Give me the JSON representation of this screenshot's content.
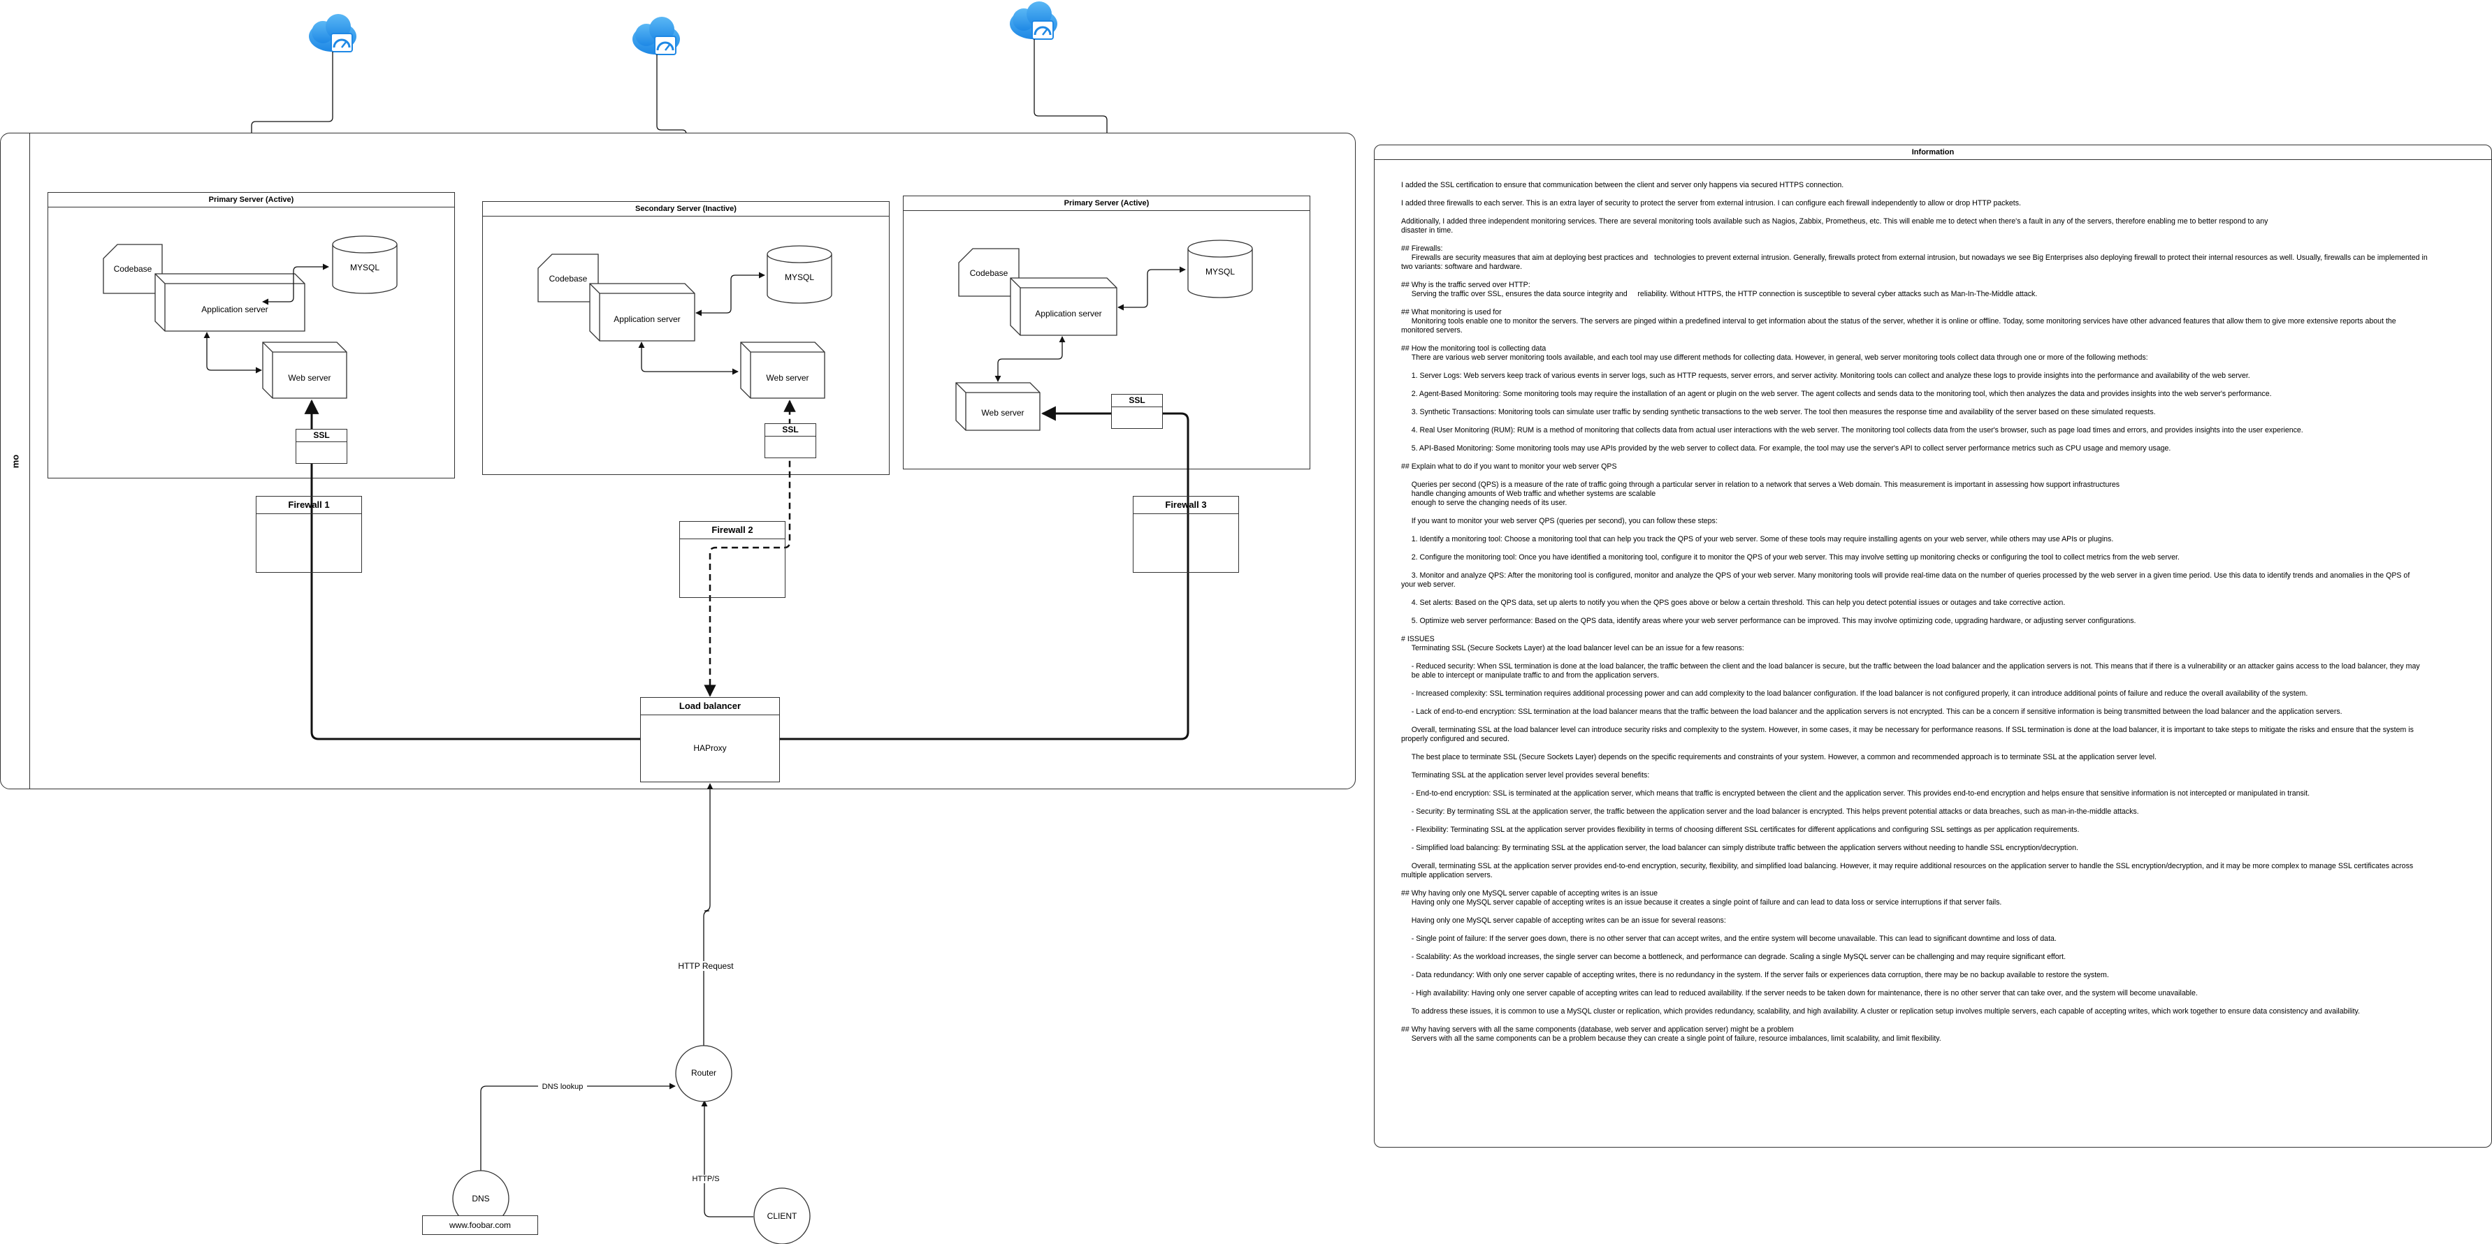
{
  "pool": {
    "label": "mo"
  },
  "servers": [
    {
      "title": "Primary Server (Active)",
      "codebase": "Codebase",
      "app": "Application server",
      "mysql": "MYSQL",
      "web": "Web server"
    },
    {
      "title": "Secondary Server (Inactive)",
      "codebase": "Codebase",
      "app": "Application server",
      "mysql": "MYSQL",
      "web": "Web server"
    },
    {
      "title": "Primary Server (Active)",
      "codebase": "Codebase",
      "app": "Application server",
      "mysql": "MYSQL",
      "web": "Web server"
    }
  ],
  "ssl": [
    "SSL",
    "SSL",
    "SSL"
  ],
  "firewalls": [
    "Firewall 1",
    "Firewall 2",
    "Firewall 3"
  ],
  "load_balancer": {
    "title": "Load balancer",
    "body": "HAProxy"
  },
  "router": "Router",
  "dns": "DNS",
  "domain": "www.foobar.com",
  "client": "CLIENT",
  "edges": {
    "http_request": "HTTP Request",
    "dns_lookup": "DNS lookup",
    "https": "HTTP/S"
  },
  "icons": [
    "monitoring-cloud-icon",
    "monitoring-cloud-icon",
    "monitoring-cloud-icon"
  ],
  "colors": {
    "cloud_blue": "#1E88E5",
    "cloud_light": "#5BB8F5",
    "stroke": "#333333"
  },
  "info": {
    "title": "Information",
    "paragraphs": [
      "I added the SSL certification to ensure that communication between the client and server only happens via secured HTTPS connection.",
      "I added three firewalls to each server. This is an extra layer of security to protect the server from external intrusion. I can configure each firewall independently to allow or drop HTTP packets.",
      "Additionally, I added three independent monitoring services. There are several monitoring tools available such as Nagios, Zabbix, Prometheus, etc. This will enable me to detect when there's a fault in any of the servers, therefore enabling me to better respond to any\ndisaster in time.",
      "## Firewalls:\n     Firewalls are security measures that aim at deploying best practices and   technologies to prevent external intrusion. Generally, firewalls protect from external intrusion, but nowadays we see Big Enterprises also deploying firewall to protect their internal resources as well. Usually, firewalls can be implemented in\ntwo variants: software and hardware.",
      "## Why is the traffic served over HTTP:\n     Serving the traffic over SSL, ensures the data source integrity and     reliability. Without HTTPS, the HTTP connection is susceptible to several cyber attacks such as Man-In-The-Middle attack.",
      "## What monitoring is used for\n     Monitoring tools enable one to monitor the servers. The servers are pinged within a predefined interval to get information about the status of the server, whether it is online or offline. Today, some monitoring services have other advanced features that allow them to give more extensive reports about the\nmonitored servers.",
      "## How the monitoring tool is collecting data\n     There are various web server monitoring tools available, and each tool may use different methods for collecting data. However, in general, web server monitoring tools collect data through one or more of the following methods:",
      "     1. Server Logs: Web servers keep track of various events in server logs, such as HTTP requests, server errors, and server activity. Monitoring tools can collect and analyze these logs to provide insights into the performance and availability of the web server.",
      "     2. Agent-Based Monitoring: Some monitoring tools may require the installation of an agent or plugin on the web server. The agent collects and sends data to the monitoring tool, which then analyzes the data and provides insights into the web server's performance.",
      "     3. Synthetic Transactions: Monitoring tools can simulate user traffic by sending synthetic transactions to the web server. The tool then measures the response time and availability of the server based on these simulated requests.",
      "     4. Real User Monitoring (RUM): RUM is a method of monitoring that collects data from actual user interactions with the web server. The monitoring tool collects data from the user's browser, such as page load times and errors, and provides insights into the user experience.",
      "     5. API-Based Monitoring: Some monitoring tools may use APIs provided by the web server to collect data. For example, the tool may use the server's API to collect server performance metrics such as CPU usage and memory usage.",
      "## Explain what to do if you want to monitor your web server QPS",
      "     Queries per second (QPS) is a measure of the rate of traffic going through a particular server in relation to a network that serves a Web domain. This measurement is important in assessing how support infrastructures\n     handle changing amounts of Web traffic and whether systems are scalable\n     enough to serve the changing needs of its user.",
      "     If you want to monitor your web server QPS (queries per second), you can follow these steps:",
      "     1. Identify a monitoring tool: Choose a monitoring tool that can help you track the QPS of your web server. Some of these tools may require installing agents on your web server, while others may use APIs or plugins.",
      "     2. Configure the monitoring tool: Once you have identified a monitoring tool, configure it to monitor the QPS of your web server. This may involve setting up monitoring checks or configuring the tool to collect metrics from the web server.",
      "     3. Monitor and analyze QPS: After the monitoring tool is configured, monitor and analyze the QPS of your web server. Many monitoring tools will provide real-time data on the number of queries processed by the web server in a given time period. Use this data to identify trends and anomalies in the QPS of\nyour web server.",
      "     4. Set alerts: Based on the QPS data, set up alerts to notify you when the QPS goes above or below a certain threshold. This can help you detect potential issues or outages and take corrective action.",
      "     5. Optimize web server performance: Based on the QPS data, identify areas where your web server performance can be improved. This may involve optimizing code, upgrading hardware, or adjusting server configurations.",
      "# ISSUES\n     Terminating SSL (Secure Sockets Layer) at the load balancer level can be an issue for a few reasons:",
      "     - Reduced security: When SSL termination is done at the load balancer, the traffic between the client and the load balancer is secure, but the traffic between the load balancer and the application servers is not. This means that if there is a vulnerability or an attacker gains access to the load balancer, they may\n     be able to intercept or manipulate traffic to and from the application servers.",
      "     - Increased complexity: SSL termination requires additional processing power and can add complexity to the load balancer configuration. If the load balancer is not configured properly, it can introduce additional points of failure and reduce the overall availability of the system.",
      "     - Lack of end-to-end encryption: SSL termination at the load balancer means that the traffic between the load balancer and the application servers is not encrypted. This can be a concern if sensitive information is being transmitted between the load balancer and the application servers.",
      "     Overall, terminating SSL at the load balancer level can introduce security risks and complexity to the system. However, in some cases, it may be necessary for performance reasons. If SSL termination is done at the load balancer, it is important to take steps to mitigate the risks and ensure that the system is\nproperly configured and secured.",
      "     The best place to terminate SSL (Secure Sockets Layer) depends on the specific requirements and constraints of your system. However, a common and recommended approach is to terminate SSL at the application server level.",
      "     Terminating SSL at the application server level provides several benefits:",
      "     - End-to-end encryption: SSL is terminated at the application server, which means that traffic is encrypted between the client and the application server. This provides end-to-end encryption and helps ensure that sensitive information is not intercepted or manipulated in transit.",
      "     - Security: By terminating SSL at the application server, the traffic between the application server and the load balancer is encrypted. This helps prevent potential attacks or data breaches, such as man-in-the-middle attacks.",
      "     - Flexibility: Terminating SSL at the application server provides flexibility in terms of choosing different SSL certificates for different applications and configuring SSL settings as per application requirements.",
      "     - Simplified load balancing: By terminating SSL at the application server, the load balancer can simply distribute traffic between the application servers without needing to handle SSL encryption/decryption.",
      "     Overall, terminating SSL at the application server provides end-to-end encryption, security, flexibility, and simplified load balancing. However, it may require additional resources on the application server to handle the SSL encryption/decryption, and it may be more complex to manage SSL certificates across\nmultiple application servers.",
      "## Why having only one MySQL server capable of accepting writes is an issue\n     Having only one MySQL server capable of accepting writes is an issue because it creates a single point of failure and can lead to data loss or service interruptions if that server fails.",
      "     Having only one MySQL server capable of accepting writes can be an issue for several reasons:",
      "     - Single point of failure: If the server goes down, there is no other server that can accept writes, and the entire system will become unavailable. This can lead to significant downtime and loss of data.",
      "     - Scalability: As the workload increases, the single server can become a bottleneck, and performance can degrade. Scaling a single MySQL server can be challenging and may require significant effort.",
      "     - Data redundancy: With only one server capable of accepting writes, there is no redundancy in the system. If the server fails or experiences data corruption, there may be no backup available to restore the system.",
      "     - High availability: Having only one server capable of accepting writes can lead to reduced availability. If the server needs to be taken down for maintenance, there is no other server that can take over, and the system will become unavailable.",
      "     To address these issues, it is common to use a MySQL cluster or replication, which provides redundancy, scalability, and high availability. A cluster or replication setup involves multiple servers, each capable of accepting writes, which work together to ensure data consistency and availability.",
      "## Why having servers with all the same components (database, web server and application server) might be a problem\n     Servers with all the same components can be a problem because they can create a single point of failure, resource imbalances, limit scalability, and limit flexibility."
    ]
  }
}
